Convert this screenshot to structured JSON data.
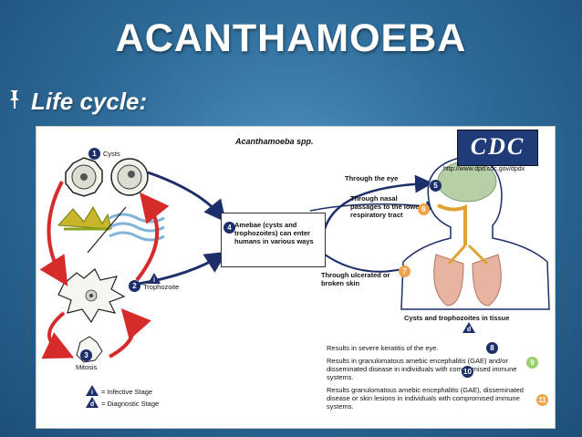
{
  "slide": {
    "title": "ACANTHAMOEBA",
    "bullet_label": "Life cycle:",
    "bullet_icon": "pushpin-icon"
  },
  "diagram": {
    "species_title": "Acanthamoeba spp.",
    "cdc_logo_text": "CDC",
    "url": "http://www.dpd.cdc.gov/dpdx",
    "stage1_label": "Cysts",
    "stage2_label": "Trophozoite",
    "stage3_label": "Mitosis",
    "stage4_text": "Amebae (cysts and trophozoites) can enter humans in various ways",
    "route_eye": "Through the eye",
    "route_nasal": "Through nasal passages to the lower respiratory tract",
    "route_skin": "Through ulcerated or broken skin",
    "tissue_label": "Cysts and trophozoites in tissue",
    "badge_d": "d",
    "badge_i": "i",
    "legend_infective": "= Infective Stage",
    "legend_diagnostic": "= Diagnostic Stage",
    "result1": "Results in severe keratitis of the eye.",
    "result2": "Results in granulomatous amebic encephalitis (GAE) and/or disseminated disease in individuals with compromised immune systems.",
    "result3": "Results granulomatous amebic encephalitis (GAE), disseminated disease or skin lesions in individuals with compromised immune systems.",
    "nums": [
      "1",
      "2",
      "3",
      "4",
      "5",
      "6",
      "7",
      "8",
      "9",
      "10",
      "11"
    ],
    "colors": {
      "cycle_arrow": "#d62b2b",
      "route_arrow": "#1c2f6a",
      "body_outline": "#1c2f6a",
      "lung_fill": "#e7b4a2",
      "head_fill": "#b7cfa6",
      "cdc_blue": "#1f3b78"
    }
  }
}
